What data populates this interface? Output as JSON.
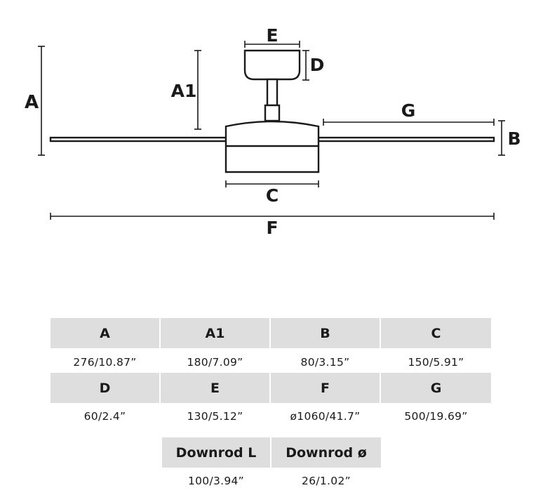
{
  "diagram": {
    "labels": {
      "A": "A",
      "A1": "A1",
      "B": "B",
      "C": "C",
      "D": "D",
      "E": "E",
      "F": "F",
      "G": "G"
    }
  },
  "table": {
    "row1": [
      {
        "header": "A",
        "value": "276/10.87”"
      },
      {
        "header": "A1",
        "value": "180/7.09”"
      },
      {
        "header": "B",
        "value": "80/3.15”"
      },
      {
        "header": "C",
        "value": "150/5.91”"
      }
    ],
    "row2": [
      {
        "header": "D",
        "value": "60/2.4”"
      },
      {
        "header": "E",
        "value": "130/5.12”"
      },
      {
        "header": "F",
        "value": "ø1060/41.7”"
      },
      {
        "header": "G",
        "value": "500/19.69”"
      }
    ],
    "row3": [
      {
        "header": "Downrod L",
        "value": "100/3.94”"
      },
      {
        "header": "Downrod ø",
        "value": "26/1.02”"
      }
    ]
  },
  "colors": {
    "line": "#1a1a1a",
    "header_bg": "#dedede"
  }
}
